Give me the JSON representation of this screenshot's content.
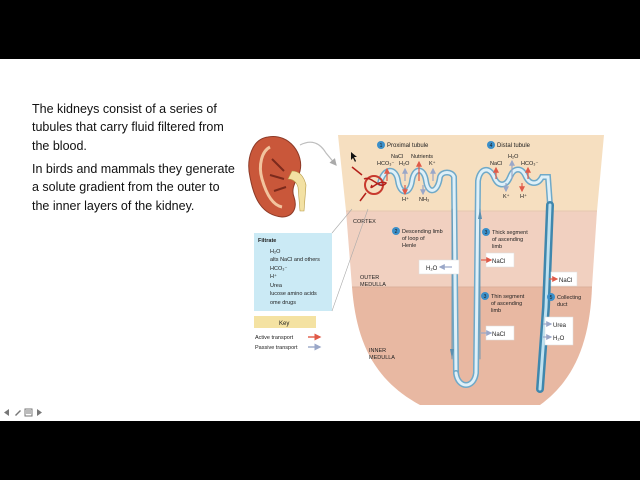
{
  "slide": {
    "paragraph_1": "The kidneys consist of a series of tubules that carry fluid filtered from the blood.",
    "paragraph_2": "In birds and mammals they generate a solute gradient from the outer to the inner layers of the kidney."
  },
  "figure": {
    "zones": {
      "cortex": "CORTEX",
      "outer_medulla_1": "OUTER",
      "outer_medulla_2": "MEDULLA",
      "inner_medulla_1": "INNER",
      "inner_medulla_2": "MEDULLA"
    },
    "steps": {
      "s1_num": "1",
      "s1": "Proximal tubule",
      "s2_num": "2",
      "s2_a": "Descending limb",
      "s2_b": "of loop of",
      "s2_c": "Henle",
      "s3_num": "3",
      "s3_a": "Thick segment",
      "s3_b": "of ascending",
      "s3_c": "limb",
      "s4_num": "4",
      "s4": "Distal tubule",
      "s5_num": "5",
      "s5_a": "Collecting",
      "s5_b": "duct",
      "s6_num": "3",
      "s6_a": "Thin segment",
      "s6_b": "of ascending",
      "s6_c": "limb"
    },
    "proximal_labels": {
      "nacl": "NaCl",
      "nutrients": "Nutrients",
      "hco3": "HCO₃⁻",
      "h2o": "H₂O",
      "k": "K⁺",
      "h": "H⁺",
      "nh3": "NH₃"
    },
    "distal_labels": {
      "nacl": "NaCl",
      "h2o": "H₂O",
      "hco3": "HCO₃⁻",
      "k": "K⁺",
      "h": "H⁺"
    },
    "boxes": {
      "h2o_desc": "H₂O",
      "nacl_thick": "NaCl",
      "nacl_thin": "NaCl",
      "nacl_duct": "NaCl",
      "urea": "Urea",
      "h2o_duct": "H₂O"
    },
    "filtrate": {
      "title": "Filtrate",
      "lines": [
        "H₂O",
        "alts  NaCl and others",
        "HCO₃⁻",
        "H⁺",
        "Urea",
        "lucose  amino acids",
        "ome drugs"
      ]
    },
    "key": {
      "title": "Key",
      "active": "Active transport",
      "passive": "Passive transport"
    },
    "colors": {
      "cortex": "#f6dfc0",
      "outer_medulla": "#f1d0c0",
      "inner_medulla": "#e8b8a2",
      "filtrate": "#cbeaf5",
      "key_header": "#f4e2a2",
      "active_arrow": "#e05a48",
      "passive_arrow": "#9aa7c8",
      "tubule": "#8fc3de"
    }
  },
  "nav": {
    "icons": [
      "prev-icon",
      "pen-icon",
      "menu-icon",
      "next-icon"
    ]
  }
}
